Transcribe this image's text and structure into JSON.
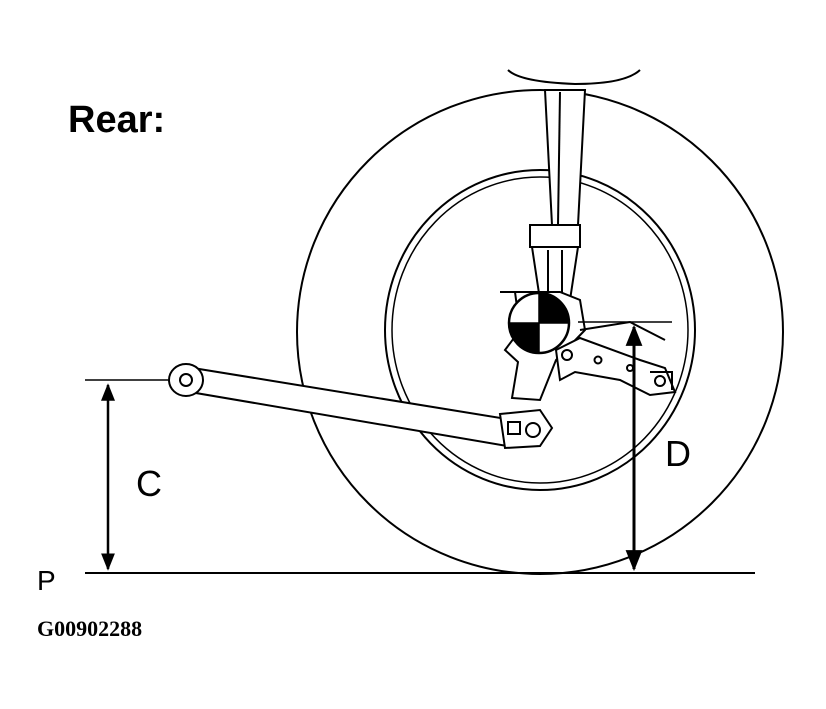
{
  "diagram": {
    "title": "Rear:",
    "labels": {
      "c": "C",
      "d": "D",
      "p": "P"
    },
    "figure_code": "G00902288"
  },
  "colors": {
    "ink": "#000000",
    "paper": "#ffffff"
  }
}
